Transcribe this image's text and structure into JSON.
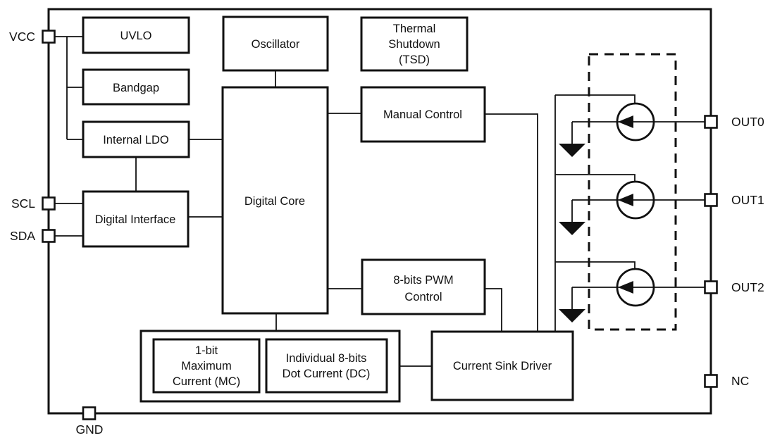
{
  "diagram": {
    "kind": "ic-functional-block-diagram",
    "colors": {
      "line": "#111111",
      "background": "#ffffff"
    },
    "pins": {
      "vcc": "VCC",
      "scl": "SCL",
      "sda": "SDA",
      "gnd": "GND",
      "out0": "OUT0",
      "out1": "OUT1",
      "out2": "OUT2",
      "nc": "NC"
    },
    "blocks": {
      "uvlo": "UVLO",
      "bandgap": "Bandgap",
      "internal_ldo": "Internal LDO",
      "digital_interface": "Digital Interface",
      "oscillator": "Oscillator",
      "digital_core": "Digital Core",
      "thermal_shutdown": [
        "Thermal",
        "Shutdown",
        "(TSD)"
      ],
      "manual_control": "Manual Control",
      "pwm_control": [
        "8-bits PWM",
        "Control"
      ],
      "maximum_current": [
        "1-bit",
        "Maximum",
        "Current (MC)"
      ],
      "dot_current": [
        "Individual 8-bits",
        "Dot Current (DC)"
      ],
      "current_sink_driver": "Current Sink Driver"
    },
    "output_channels": 3
  }
}
